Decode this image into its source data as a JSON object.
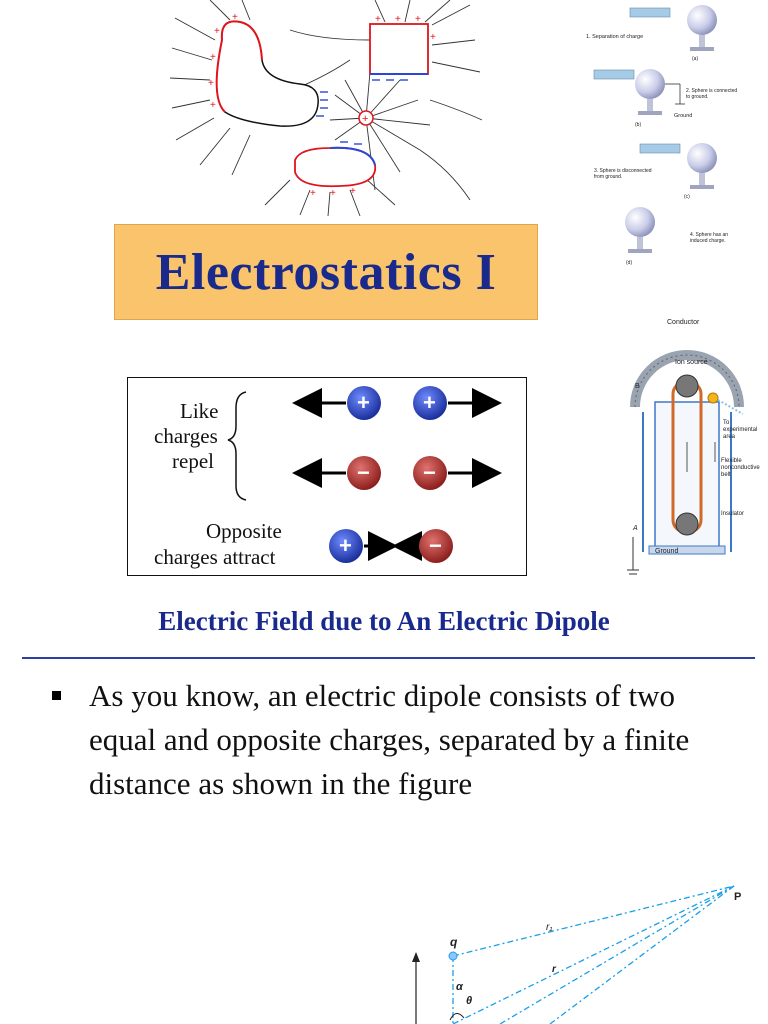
{
  "title": "Electrostatics I",
  "field_figure": {
    "center_charge": "+",
    "plus_sign": "+",
    "minus_sign": "-"
  },
  "induction_figure": {
    "step1": "1. Separation of charge",
    "step2_line1": "2. Sphere is connected",
    "step2_line2": "to ground.",
    "step3_line1": "3. Sphere is disconnected",
    "step3_line2": "from ground.",
    "step4_line1": "4. Sphere has an",
    "step4_line2": "induced charge.",
    "ground": "Ground",
    "panel_a": "(a)",
    "panel_b": "(b)",
    "panel_c": "(c)",
    "panel_d": "(d)"
  },
  "generator_figure": {
    "conductor": "Conductor",
    "ion_source": "Ion source",
    "b_label": "B",
    "a_label": "A",
    "to_area_line1": "To",
    "to_area_line2": "experimental",
    "to_area_line3": "area",
    "belt_line1": "Flexible",
    "belt_line2": "nonconductive",
    "belt_line3": "belt",
    "insulator": "Insulator",
    "ground": "Ground"
  },
  "charges_box": {
    "like_line1": "Like",
    "like_line2": "charges",
    "like_line3": "repel",
    "opposite_line1": "Opposite",
    "opposite_line2": "charges attract",
    "plus": "+",
    "minus": "−"
  },
  "section_heading": "Electric Field due to An Electric Dipole",
  "bullet_text": "As you know, an electric dipole consists of two equal and opposite charges, separated by a finite distance as shown in the figure",
  "dipole_figure": {
    "point": "P",
    "charge": "q",
    "r1": "r₁",
    "r": "r",
    "alpha": "α",
    "theta": "θ"
  },
  "colors": {
    "title_text": "#1a2a8c",
    "banner_fill": "#f9c46b",
    "heading": "#1a2a8c",
    "rule": "#2b3fa3",
    "positive_charge": "#2447c9",
    "negative_charge": "#b8302f",
    "plus_marks": "#e0141c",
    "minus_marks": "#2b46d8",
    "dashed_lines": "#1aa0e8"
  }
}
